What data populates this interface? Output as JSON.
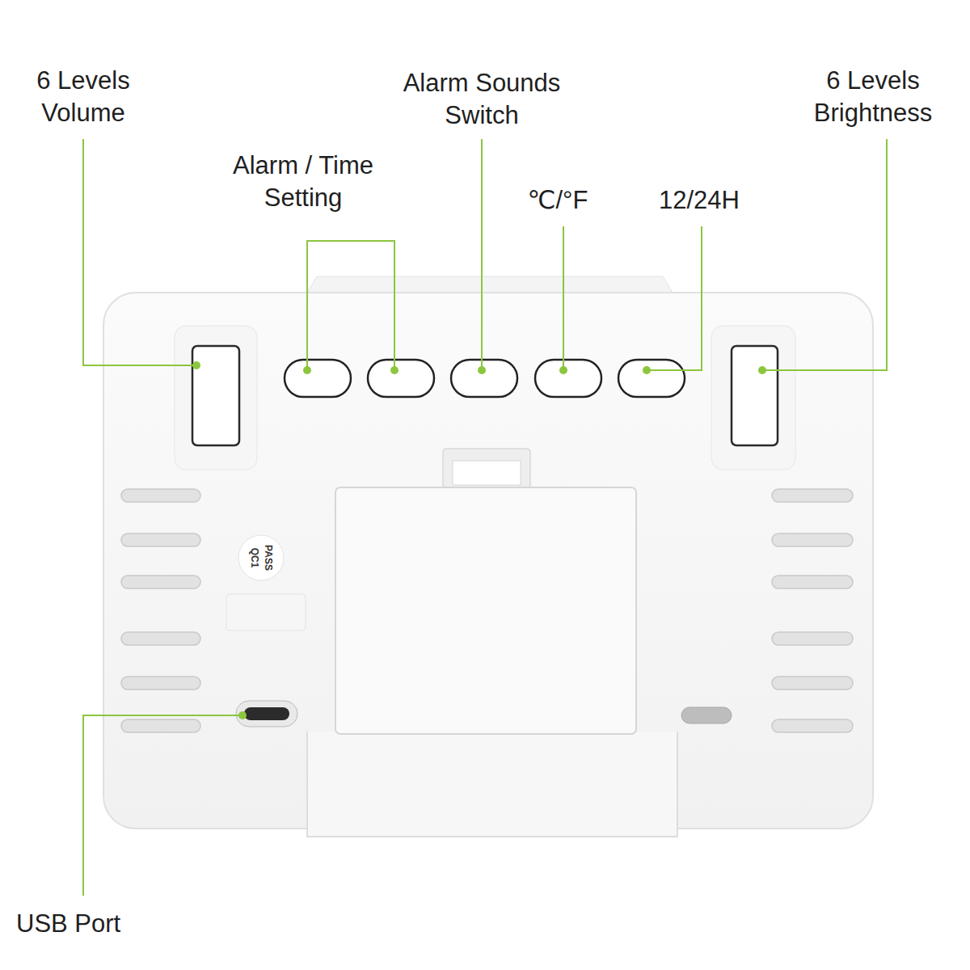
{
  "diagram": {
    "labels": [
      "6 Levels Volume",
      "Alarm / Time Setting",
      "Alarm Sounds Switch",
      "℃/°F",
      "12/24H",
      "6 Levels Brightness",
      "QC1",
      "PASS",
      "USB Port"
    ]
  }
}
